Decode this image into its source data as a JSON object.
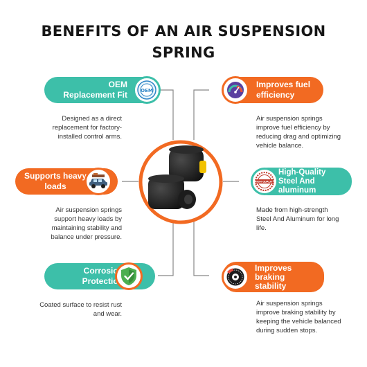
{
  "title": {
    "line1": "BENEFITS OF AN AIR SUSPENSION",
    "line2": "SPRING"
  },
  "benefits": [
    {
      "title": "OEM Replacement Fit",
      "title_l1": "OEM",
      "title_l2": "Replacement Fit",
      "icon": "oem-seal-icon",
      "badge_text": "OEM",
      "description_lines": [
        "Designed as a direct",
        "replacement for factory-",
        "installed control arms."
      ]
    },
    {
      "title": "Improves fuel efficiency",
      "title_l1": "Improves fuel",
      "title_l2": "efficiency",
      "icon": "fuel-gauge-icon",
      "description_lines": [
        "Air suspension springs",
        "improve fuel efficiency by",
        "reducing drag and optimizing",
        "vehicle balance."
      ]
    },
    {
      "title": "Supports heavy loads",
      "title_l1": "Supports heavy",
      "title_l2": "loads",
      "icon": "loaded-car-icon",
      "description_lines": [
        "Air suspension springs",
        "support heavy loads by",
        "maintaining stability and",
        "balance under pressure."
      ]
    },
    {
      "title": "High-Quality Steel And aluminum",
      "title_l1": "High-Quality",
      "title_l2": "Steel And",
      "title_l3": "aluminum",
      "icon": "quality-stamp-icon",
      "badge_text": "HIGH QUALITY",
      "description_lines": [
        "Made from high-strength",
        "Steel And Aluminum for long",
        "life."
      ]
    },
    {
      "title": "Corrosion Protection",
      "title_l1": "Corrosion",
      "title_l2": "Protection",
      "icon": "shield-check-icon",
      "description_lines": [
        "Coated surface to resist rust",
        "and wear."
      ]
    },
    {
      "title": "Improves braking stability",
      "title_l1": "Improves",
      "title_l2": "braking",
      "title_l3": "stability",
      "icon": "brake-disc-icon",
      "description_lines": [
        "Air suspension springs",
        "improve braking stability by",
        "keeping the vehicle balanced",
        "during sudden stops."
      ]
    }
  ],
  "colors": {
    "teal": "#3dbfa9",
    "orange": "#f26a22",
    "title": "#161616",
    "text": "#333333",
    "connector": "#888888"
  },
  "center_image": "air-suspension-springs-product-photo"
}
